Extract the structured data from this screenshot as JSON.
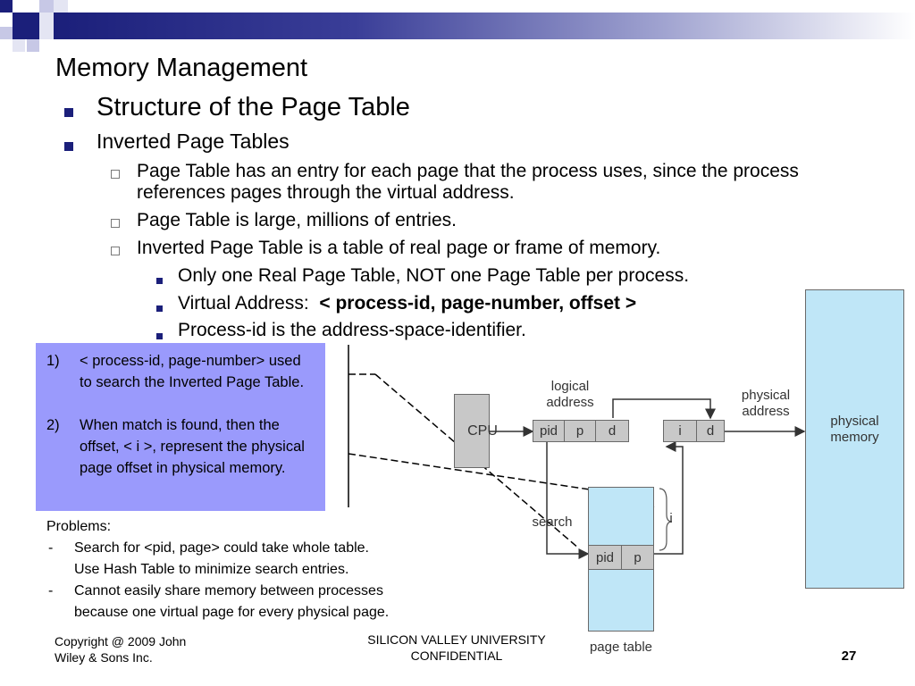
{
  "slide": {
    "title": "Memory Management",
    "level1": "Structure of the Page Table",
    "level2": "Inverted Page Tables",
    "level3": [
      "Page Table has an entry for each page that the process uses, since the process references pages through the virtual address.",
      "Page Table is large, millions of entries.",
      "Inverted Page Table is a table of real page or frame of memory."
    ],
    "level4": {
      "item1": "Only one Real Page Table, NOT one Page Table per process.",
      "item2_prefix": "Virtual Address:",
      "item2_bold": "< process-id, page-number, offset >",
      "item3": "Process-id is the address-space-identifier."
    }
  },
  "note": {
    "items": [
      {
        "num": "1)",
        "text": "< process-id, page-number> used to search the Inverted Page Table."
      },
      {
        "num": "2)",
        "text": "When match is found, then the offset, < i >, represent the physical page offset in physical memory."
      }
    ]
  },
  "problems": {
    "heading": "Problems:",
    "items": [
      {
        "dash": "-",
        "line1": "Search for <pid, page> could take whole table.",
        "line2": "Use Hash Table to minimize search entries."
      },
      {
        "dash": "-",
        "line1": "Cannot easily share memory between processes",
        "line2": "because one virtual page for every physical page."
      }
    ]
  },
  "diagram": {
    "cpu": "CPU",
    "logical_address": [
      "logical",
      "address"
    ],
    "pid": "pid",
    "p": "p",
    "d": "d",
    "i": "i",
    "physical_address": [
      "physical",
      "address"
    ],
    "physical_memory": [
      "physical",
      "memory"
    ],
    "search": "search",
    "i_label": "i",
    "page_table": "page table"
  },
  "footer": {
    "copyright": [
      "Copyright @ 2009 John",
      "Wiley & Sons Inc."
    ],
    "center": [
      "SILICON VALLEY UNIVERSITY",
      "CONFIDENTIAL"
    ],
    "page": "27"
  },
  "colors": {
    "accent": "#1b1f7a",
    "note_bg": "#9a9afc",
    "memory_bg": "#bfe6f7",
    "gray_box": "#c8c8c8"
  }
}
